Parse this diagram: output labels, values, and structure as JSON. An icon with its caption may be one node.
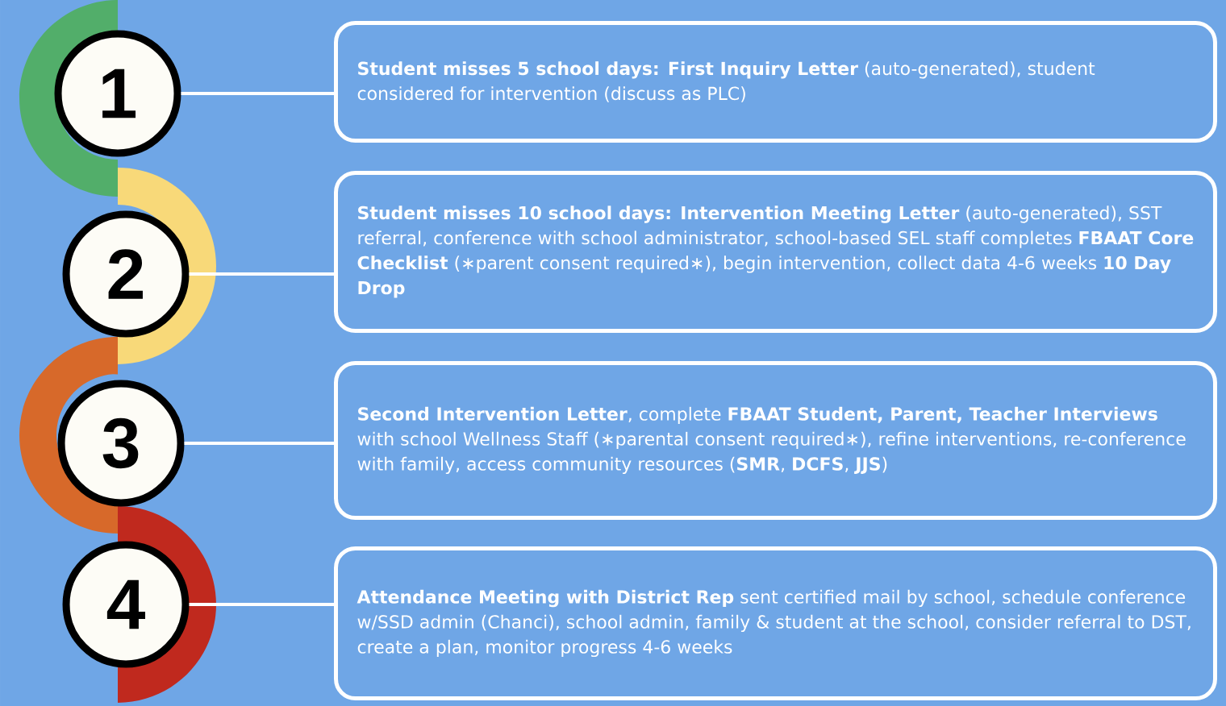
{
  "diagram": {
    "nodes": [
      {
        "text": [
          "1"
        ]
      },
      {
        "text": [
          "**Student misses 5 school days: First Inquiry Letter** (auto-generated), student considered for intervention (discuss as PLC)"
        ]
      },
      {
        "text": [
          "2"
        ]
      },
      {
        "text": [
          "**Student misses 10 school days: Intervention Meeting Letter** (auto-generated), SST referral, conference with school administrator, school-based SEL staff completes **FBAAT Core Checklist** (∗parent consent required∗), begin intervention, collect data 4-6 weeks **10 Day Drop**"
        ]
      },
      {
        "text": [
          "3"
        ]
      },
      {
        "text": [
          "**Second Intervention Letter**, complete **FBAAT Student, Parent, Teacher Interviews** with school Wellness Staff (∗parental consent required∗), refine interventions, re-conference with family, access community resources (**SMR**, **DCFS**, **JJS**)"
        ]
      },
      {
        "text": [
          "4"
        ]
      },
      {
        "text": [
          "**Attendance Meeting with District Rep** sent certified mail by school, schedule conference w/SSD admin (Chanci), school admin, family & student at the school, consider referral to DST, create a plan, monitor progress 4-6 weeks"
        ]
      }
    ],
    "edges": [
      {
        "from": 0,
        "to": 1,
        "arrow": "none"
      },
      {
        "from": 2,
        "to": 3,
        "arrow": "none"
      },
      {
        "from": 4,
        "to": 5,
        "arrow": "none"
      },
      {
        "from": 6,
        "to": 7,
        "arrow": "none"
      }
    ]
  }
}
